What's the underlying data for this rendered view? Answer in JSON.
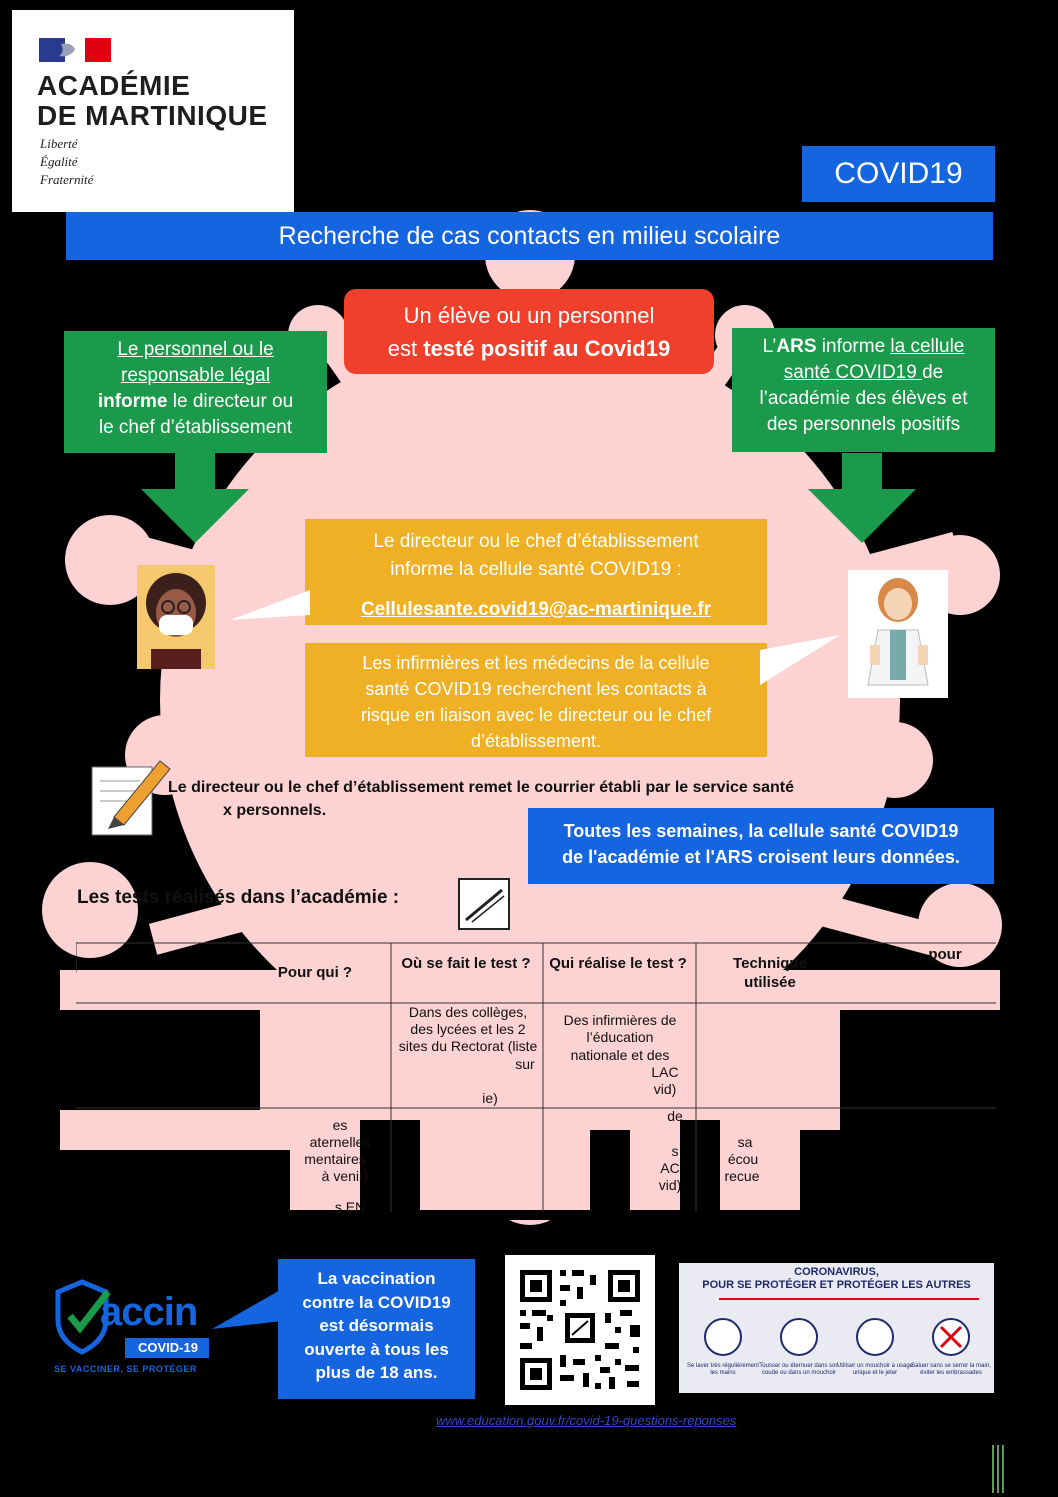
{
  "logo": {
    "line1": "ACADÉMIE",
    "line2": "DE MARTINIQUE",
    "motto": [
      "Liberté",
      "Égalité",
      "Fraternité"
    ]
  },
  "tag": "COVID19",
  "title": "Recherche de cas contacts en milieu scolaire",
  "red_box": {
    "line1": "Un élève ou un personnel",
    "line2_pre": "est ",
    "line2_bold": "testé positif au Covid19"
  },
  "green_left": {
    "line1_u": "Le personnel ou le",
    "line2_u": "responsable légal",
    "line3_bold": "informe",
    "line3_rest": " le directeur ou",
    "line4": "le chef d’établissement"
  },
  "green_right": {
    "pre": "L’",
    "bold": "ARS",
    "mid": " informe ",
    "u1": "la cellule",
    "u2": "santé COVID19 ",
    "rest1": "de",
    "line3": "l’académie des élèves et",
    "line4": "des personnels positifs"
  },
  "yellow1": {
    "line1": "Le directeur ou le chef d’établissement",
    "line2": "informe la cellule santé COVID19 :",
    "email": "Cellulesante.covid19@ac-martinique.fr"
  },
  "yellow2": {
    "line1": "Les infirmières et les médecins de la cellule",
    "line2": "santé COVID19 recherchent les contacts à",
    "line3": "risque en liaison avec le directeur ou le chef",
    "line4": "d’établissement."
  },
  "courrier": {
    "line1": "Le directeur ou le chef d’établissement remet le courrier établi par le service santé",
    "line2": "x personnels."
  },
  "blue1": {
    "line1": "Toutes les semaines, la cellule santé COVID19",
    "line2": "de l'académie et l'ARS croisent leurs données."
  },
  "tests_title": "Les tests réalisés dans l’académie :",
  "table": {
    "headers": [
      "Pour qui ?",
      "Où se fait le test ?",
      "Qui réalise le test ?",
      "Technique utilisée",
      "pour"
    ],
    "row1": {
      "where": "Dans des collèges, des lycées et les 2 sites du Rectorat (liste",
      "where2": "sur",
      "where3": "ie)",
      "who": "Des infirmières de l’éducation",
      "who2": "nationale et des",
      "who3": "LAC",
      "who4": "vid)"
    },
    "row2": {
      "for": "es",
      "for2": "aternelles",
      "for3": "mentaires",
      "for4": "à venir)",
      "who": "de",
      "who2": "s",
      "who3": "AC",
      "who4": "vid)",
      "tech": "sa",
      "tech2": "écou",
      "tech3": "recue"
    },
    "row3": {
      "for": "s EN"
    }
  },
  "vaccin": {
    "word": "accin",
    "v": "V",
    "badge": "COVID-19",
    "tagline": "SE VACCINER, SE PROTÉGER"
  },
  "blue2": {
    "line1": "La vaccination",
    "line2": "contre la COVID19",
    "line3": "est désormais",
    "line4": "ouverte à tous les",
    "line5": "plus de 18 ans."
  },
  "poster": {
    "title1": "CORONAVIRUS,",
    "title2": "POUR SE PROTÉGER ET PROTÉGER LES AUTRES",
    "items": [
      "Se laver très régulièrement les mains",
      "Tousser ou éternuer dans son coude ou dans un mouchoir",
      "Utiliser un mouchoir à usage unique et le jeter",
      "Saluer sans se serrer la main, éviter les embrassades"
    ]
  },
  "url": "www.education.gouv.fr/covid-19-questions-reponses",
  "colors": {
    "blue": "#1565e0",
    "green": "#1a9a4a",
    "red": "#f0402c",
    "yellow": "#f0b025",
    "virus": "#fcd2d2"
  }
}
